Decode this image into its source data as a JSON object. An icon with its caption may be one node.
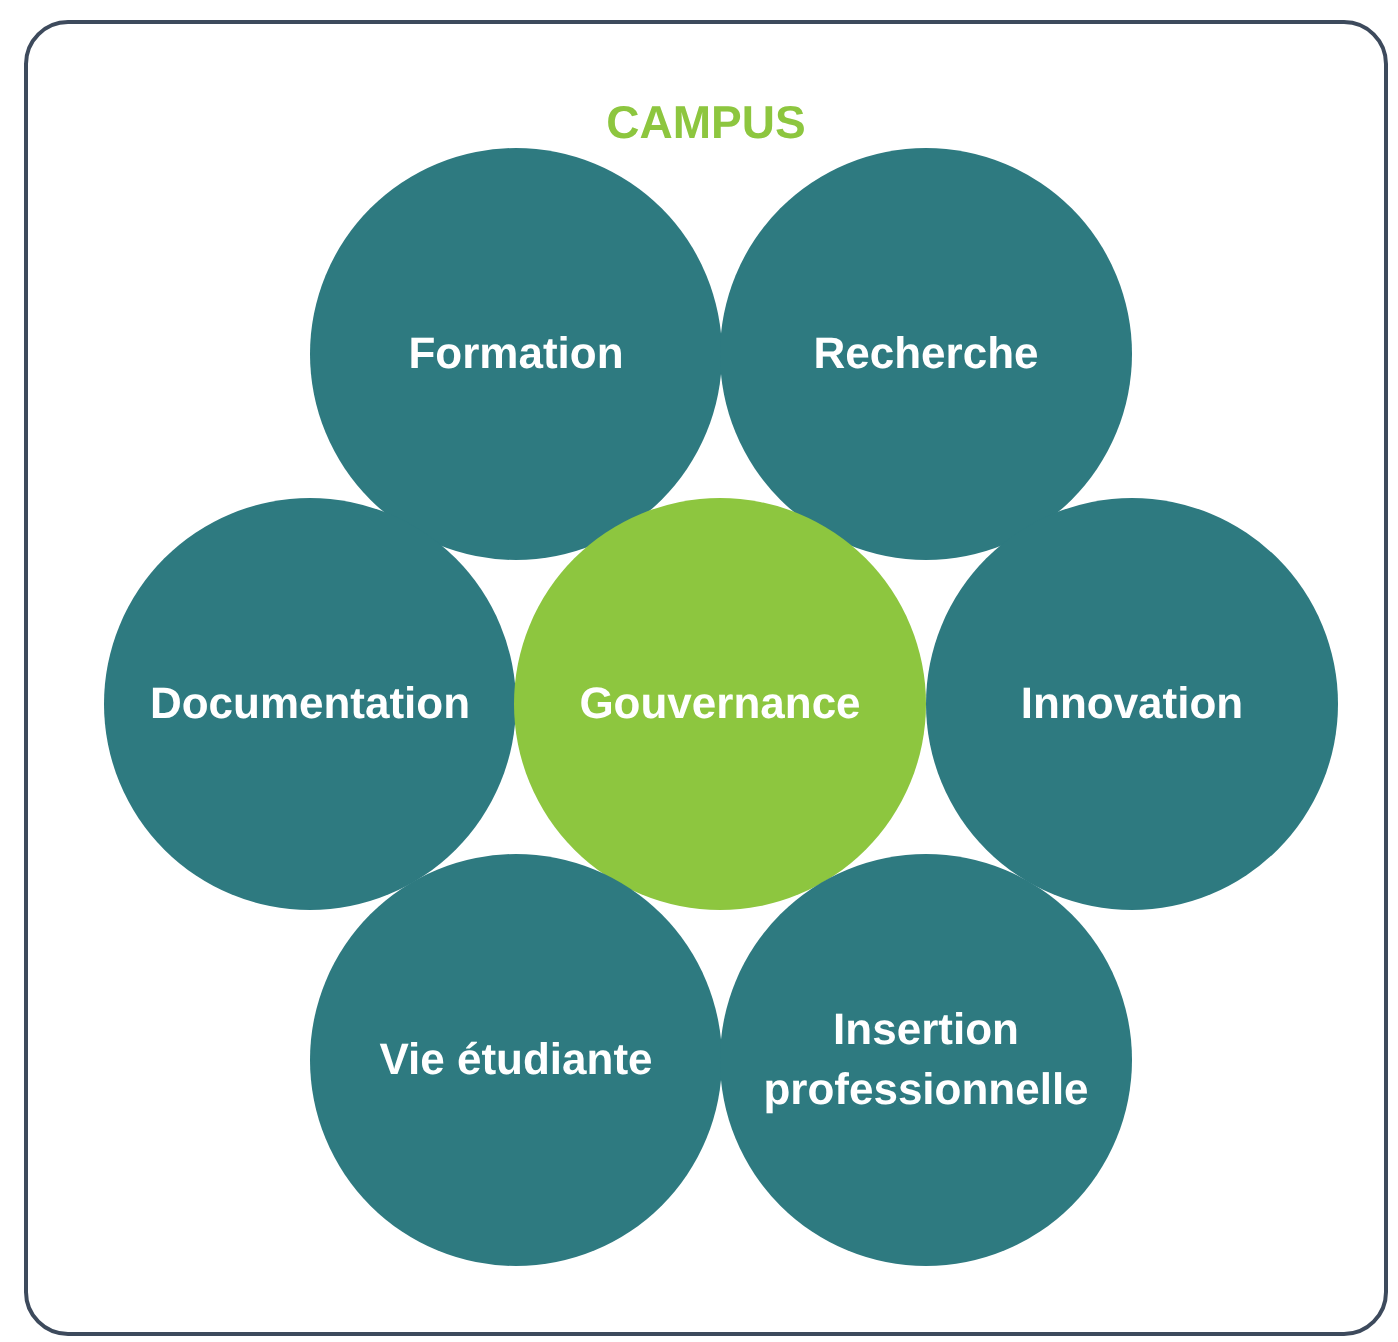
{
  "diagram": {
    "nodes": [
      {
        "text": [
          "CAMPUS"
        ]
      },
      {
        "text": [
          "Formation"
        ],
        "in": 0
      },
      {
        "text": [
          "Recherche"
        ],
        "in": 0
      },
      {
        "text": [
          "Documentation"
        ],
        "in": 0
      },
      {
        "text": [
          "Gouvernance"
        ],
        "in": 0
      },
      {
        "text": [
          "Innovation"
        ],
        "in": 0
      },
      {
        "text": [
          "Vie étudiante"
        ],
        "in": 0
      },
      {
        "text": [
          "Insertion professionnelle"
        ],
        "in": 0
      }
    ]
  }
}
